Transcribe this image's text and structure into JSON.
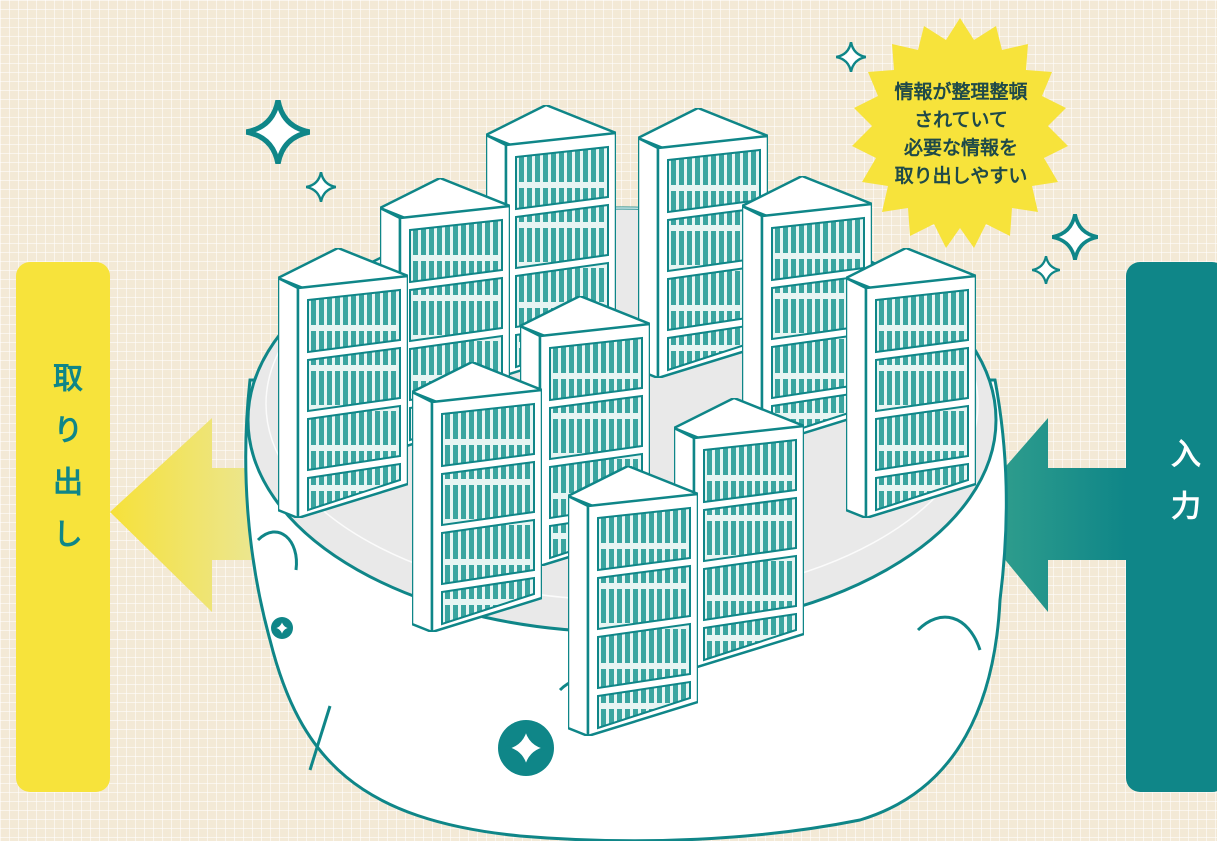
{
  "left_label": "取り出し",
  "right_label": "入力",
  "callout": {
    "lines": [
      "情報が整理整頓",
      "されていて",
      "必要な情報を",
      "取り出しやすい"
    ]
  },
  "colors": {
    "background": "#f3e9d6",
    "teal": "#0f8688",
    "yellow": "#f7e33b",
    "white": "#ffffff",
    "shelf_inner": "#6fc6c1"
  },
  "icons": [
    "sparkle-icon",
    "bookshelf-icon",
    "arrow-left-icon",
    "arrow-right-icon"
  ]
}
